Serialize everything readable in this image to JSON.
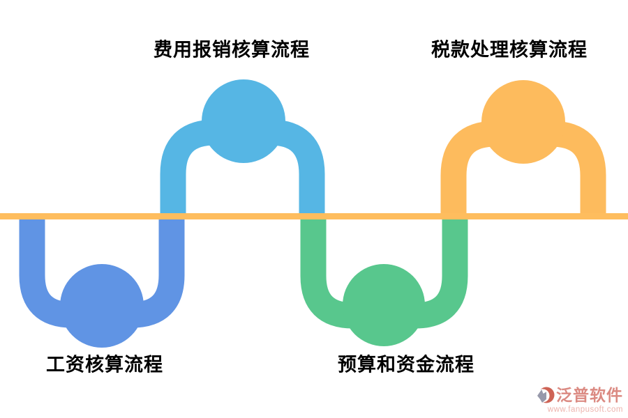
{
  "page": {
    "background": "#ffffff"
  },
  "diagram": {
    "type": "wave-process-flow",
    "baseline": {
      "color": "#FEBD5E"
    },
    "nodes": [
      {
        "id": "salary",
        "label": "工资核算流程",
        "color": "#6094E4",
        "side": "below"
      },
      {
        "id": "expense",
        "label": "费用报销核算流程",
        "color": "#56B6E4",
        "side": "above"
      },
      {
        "id": "budget",
        "label": "预算和资金流程",
        "color": "#58C78D",
        "side": "below"
      },
      {
        "id": "tax",
        "label": "税款处理核算流程",
        "color": "#FDBB5D",
        "side": "above"
      }
    ]
  },
  "watermark": {
    "brand": "泛普软件",
    "url": "www.fanpusoft.com",
    "brand_color": "#DB8A82",
    "url_color": "#EDB3AD",
    "icon": "fanpu-logo-icon",
    "icon_colors": {
      "gray": "#9799AB",
      "red": "#CE6355"
    }
  }
}
